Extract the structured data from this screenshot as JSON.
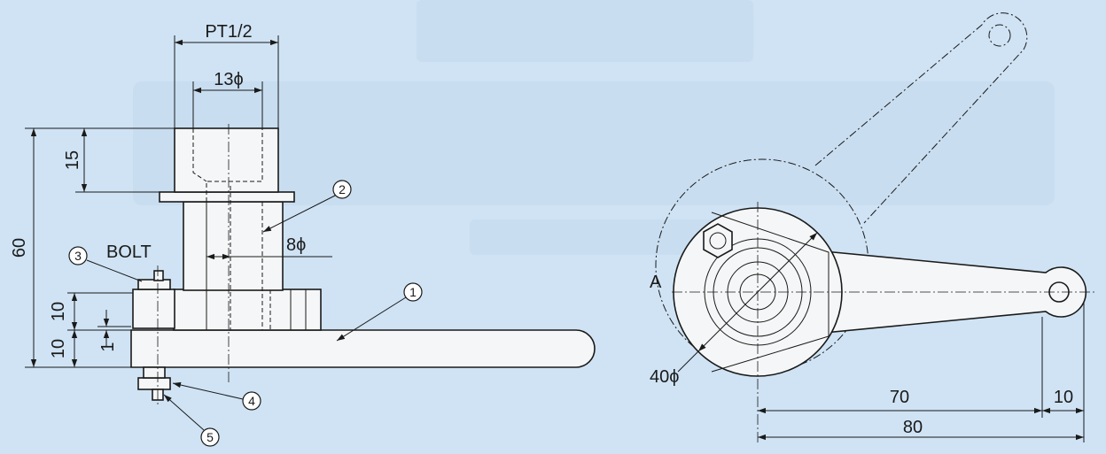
{
  "dimensions": {
    "pt_thread": "PT1/2",
    "bore_13": "13ϕ",
    "bore_8": "8ϕ",
    "height_15": "15",
    "height_60": "60",
    "height_10_upper": "10",
    "height_10_lower": "10",
    "gap_1": "1",
    "diameter_40": "40ϕ",
    "length_70": "70",
    "length_10": "10",
    "length_80": "80"
  },
  "labels": {
    "bolt": "BOLT",
    "view_a": "A"
  },
  "balloons": [
    "1",
    "2",
    "3",
    "4",
    "5"
  ],
  "colors": {
    "background": "#cfe3f4",
    "part_fill": "#f5f6f7",
    "line": "#1a1a1a"
  }
}
